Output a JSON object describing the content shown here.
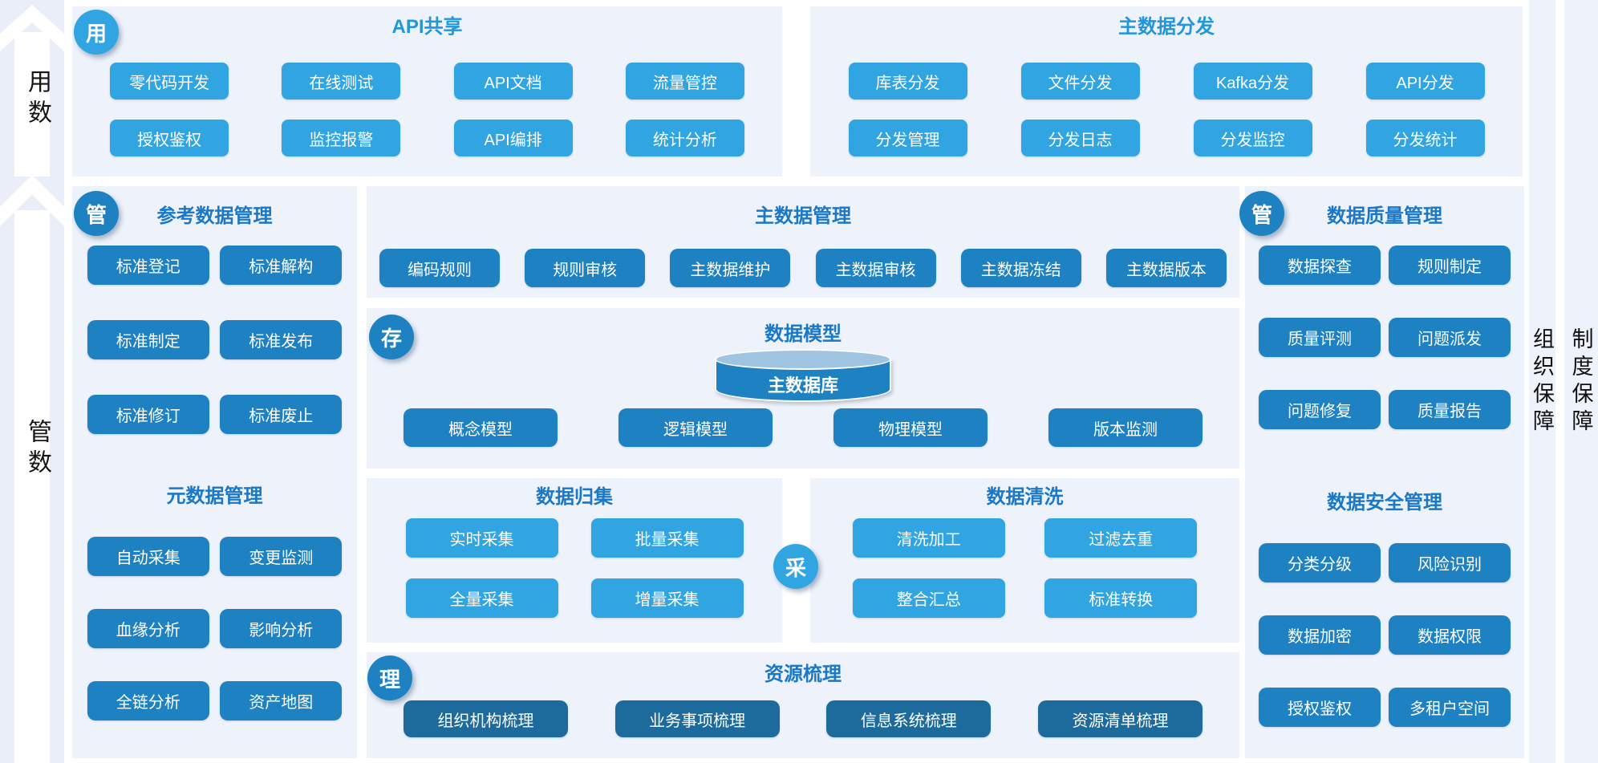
{
  "left_rail": {
    "top_label": "用数",
    "bottom_label": "管数"
  },
  "right_rail": {
    "bars": [
      {
        "label": "组织保障"
      },
      {
        "label": "制度保障"
      }
    ]
  },
  "badges": {
    "use": "用",
    "manage_left": "管",
    "store": "存",
    "collect": "采",
    "organize": "理",
    "manage_right": "管"
  },
  "panels": {
    "api_share": {
      "title": "API共享",
      "buttons": [
        "零代码开发",
        "在线测试",
        "API文档",
        "流量管控",
        "授权鉴权",
        "监控报警",
        "API编排",
        "统计分析"
      ]
    },
    "master_distribution": {
      "title": "主数据分发",
      "buttons": [
        "库表分发",
        "文件分发",
        "Kafka分发",
        "API分发",
        "分发管理",
        "分发日志",
        "分发监控",
        "分发统计"
      ]
    },
    "reference_data": {
      "title": "参考数据管理",
      "buttons": [
        "标准登记",
        "标准解构",
        "标准制定",
        "标准发布",
        "标准修订",
        "标准废止"
      ]
    },
    "metadata": {
      "title": "元数据管理",
      "buttons": [
        "自动采集",
        "变更监测",
        "血缘分析",
        "影响分析",
        "全链分析",
        "资产地图"
      ]
    },
    "master_data": {
      "title": "主数据管理",
      "buttons": [
        "编码规则",
        "规则审核",
        "主数据维护",
        "主数据审核",
        "主数据冻结",
        "主数据版本"
      ]
    },
    "data_model": {
      "title": "数据模型",
      "db_label": "主数据库",
      "buttons": [
        "概念模型",
        "逻辑模型",
        "物理模型",
        "版本监测"
      ]
    },
    "data_collection": {
      "title": "数据归集",
      "buttons": [
        "实时采集",
        "批量采集",
        "全量采集",
        "增量采集"
      ]
    },
    "data_cleaning": {
      "title": "数据清洗",
      "buttons": [
        "清洗加工",
        "过滤去重",
        "整合汇总",
        "标准转换"
      ]
    },
    "resource_sorting": {
      "title": "资源梳理",
      "buttons": [
        "组织机构梳理",
        "业务事项梳理",
        "信息系统梳理",
        "资源清单梳理"
      ]
    },
    "data_quality": {
      "title": "数据质量管理",
      "buttons": [
        "数据探查",
        "规则制定",
        "质量评测",
        "问题派发",
        "问题修复",
        "质量报告"
      ]
    },
    "data_security": {
      "title": "数据安全管理",
      "buttons": [
        "分类分级",
        "风险识别",
        "数据加密",
        "数据权限",
        "授权鉴权",
        "多租户空间"
      ]
    }
  },
  "colors": {
    "light_button": "#30a5e2",
    "medium_button": "#1d81c2",
    "dark_button": "#1d6b9d",
    "panel_bg": "#edf2fb",
    "top_title": "#2196d9",
    "section_title": "#1a78c6"
  }
}
